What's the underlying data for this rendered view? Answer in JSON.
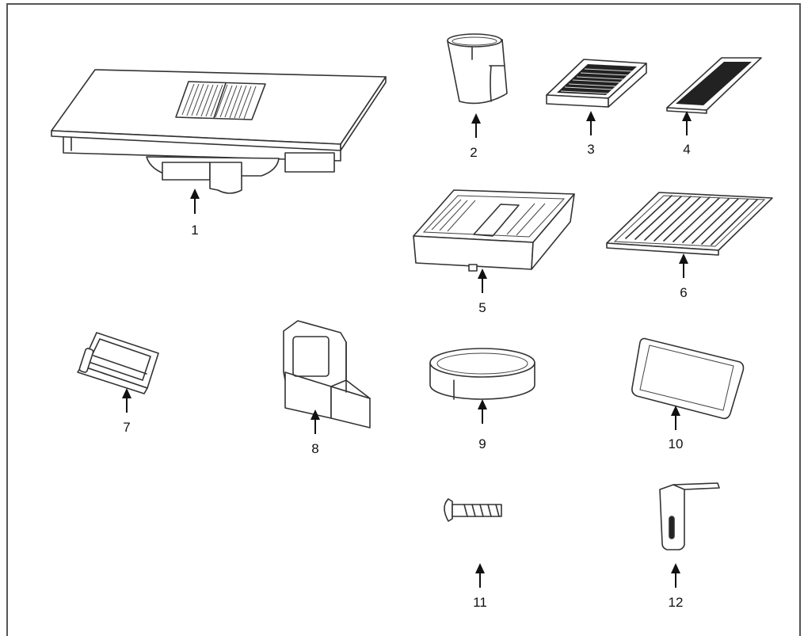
{
  "parts": [
    {
      "id": "part-1",
      "number": "1"
    },
    {
      "id": "part-2",
      "number": "2"
    },
    {
      "id": "part-3",
      "number": "3"
    },
    {
      "id": "part-4",
      "number": "4"
    },
    {
      "id": "part-5",
      "number": "5"
    },
    {
      "id": "part-6",
      "number": "6"
    },
    {
      "id": "part-7",
      "number": "7"
    },
    {
      "id": "part-8",
      "number": "8"
    },
    {
      "id": "part-9",
      "number": "9"
    },
    {
      "id": "part-10",
      "number": "10"
    },
    {
      "id": "part-11",
      "number": "11"
    },
    {
      "id": "part-12",
      "number": "12"
    }
  ]
}
